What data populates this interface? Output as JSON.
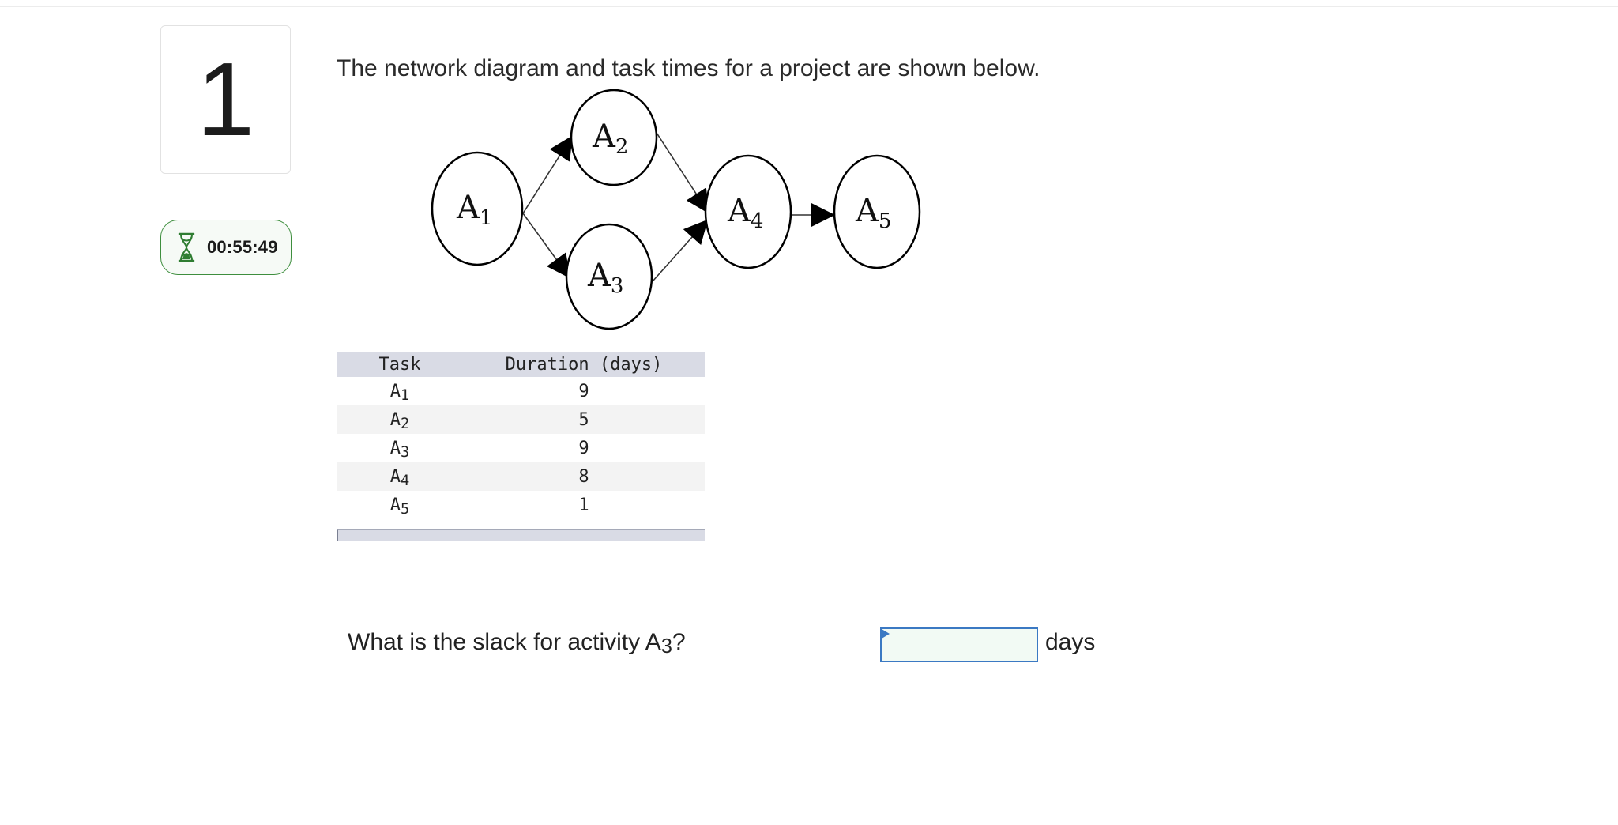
{
  "question": {
    "number": "1",
    "timer": "00:55:49",
    "intro": "The network diagram and task times for a project are shown below.",
    "prompt_text": "What is the slack for activity A",
    "prompt_sub": "3",
    "prompt_end": "?",
    "answer_value": "",
    "answer_unit": "days"
  },
  "diagram": {
    "nodes": [
      {
        "letter": "A",
        "sub": "1"
      },
      {
        "letter": "A",
        "sub": "2"
      },
      {
        "letter": "A",
        "sub": "3"
      },
      {
        "letter": "A",
        "sub": "4"
      },
      {
        "letter": "A",
        "sub": "5"
      }
    ],
    "edges": [
      [
        "A1",
        "A2"
      ],
      [
        "A1",
        "A3"
      ],
      [
        "A2",
        "A4"
      ],
      [
        "A3",
        "A4"
      ],
      [
        "A4",
        "A5"
      ]
    ]
  },
  "table": {
    "headers": [
      "Task",
      "Duration (days)"
    ],
    "rows": [
      {
        "task": "A",
        "sub": "1",
        "duration": "9"
      },
      {
        "task": "A",
        "sub": "2",
        "duration": "5"
      },
      {
        "task": "A",
        "sub": "3",
        "duration": "9"
      },
      {
        "task": "A",
        "sub": "4",
        "duration": "8"
      },
      {
        "task": "A",
        "sub": "5",
        "duration": "1"
      }
    ]
  },
  "colors": {
    "timer_border": "#3e8e3e",
    "input_border": "#3b79c3",
    "input_fill": "#f2faf4",
    "table_header": "#d9dbe5"
  },
  "icons": {
    "timer": "hourglass-icon"
  }
}
